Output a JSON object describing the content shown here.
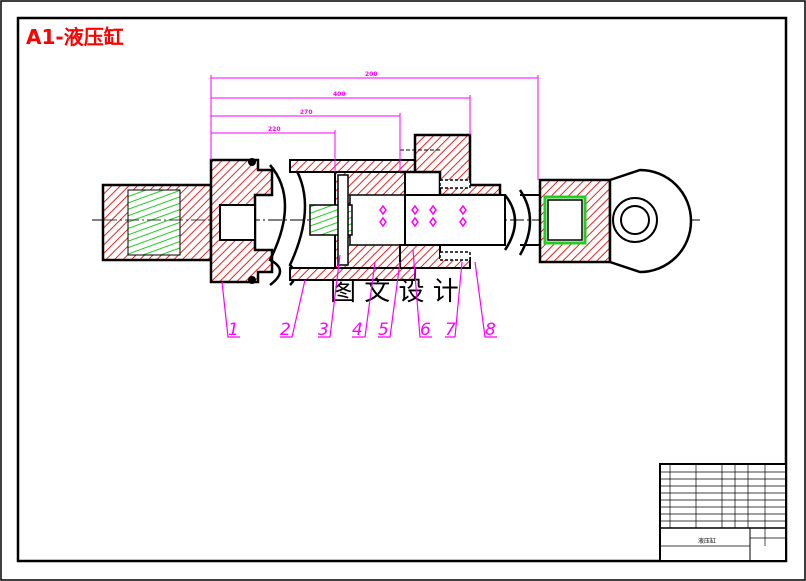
{
  "drawing": {
    "title": "A1-液压缸",
    "watermark": "图 文 设 计",
    "colors": {
      "section": "#cc2222",
      "hatch": "#ff6666",
      "dimension": "#ff00ff",
      "hatch_green": "#22cc22",
      "title_red": "#ff0000"
    }
  },
  "dimensions": [
    {
      "label": "200"
    },
    {
      "label": "400"
    },
    {
      "label": "270"
    },
    {
      "label": "220"
    }
  ],
  "parts": [
    {
      "label": "1"
    },
    {
      "label": "2"
    },
    {
      "label": "3"
    },
    {
      "label": "4"
    },
    {
      "label": "5"
    },
    {
      "label": "6"
    },
    {
      "label": "7"
    },
    {
      "label": "8"
    }
  ],
  "title_block": {
    "drawing_name": "液压缸"
  }
}
